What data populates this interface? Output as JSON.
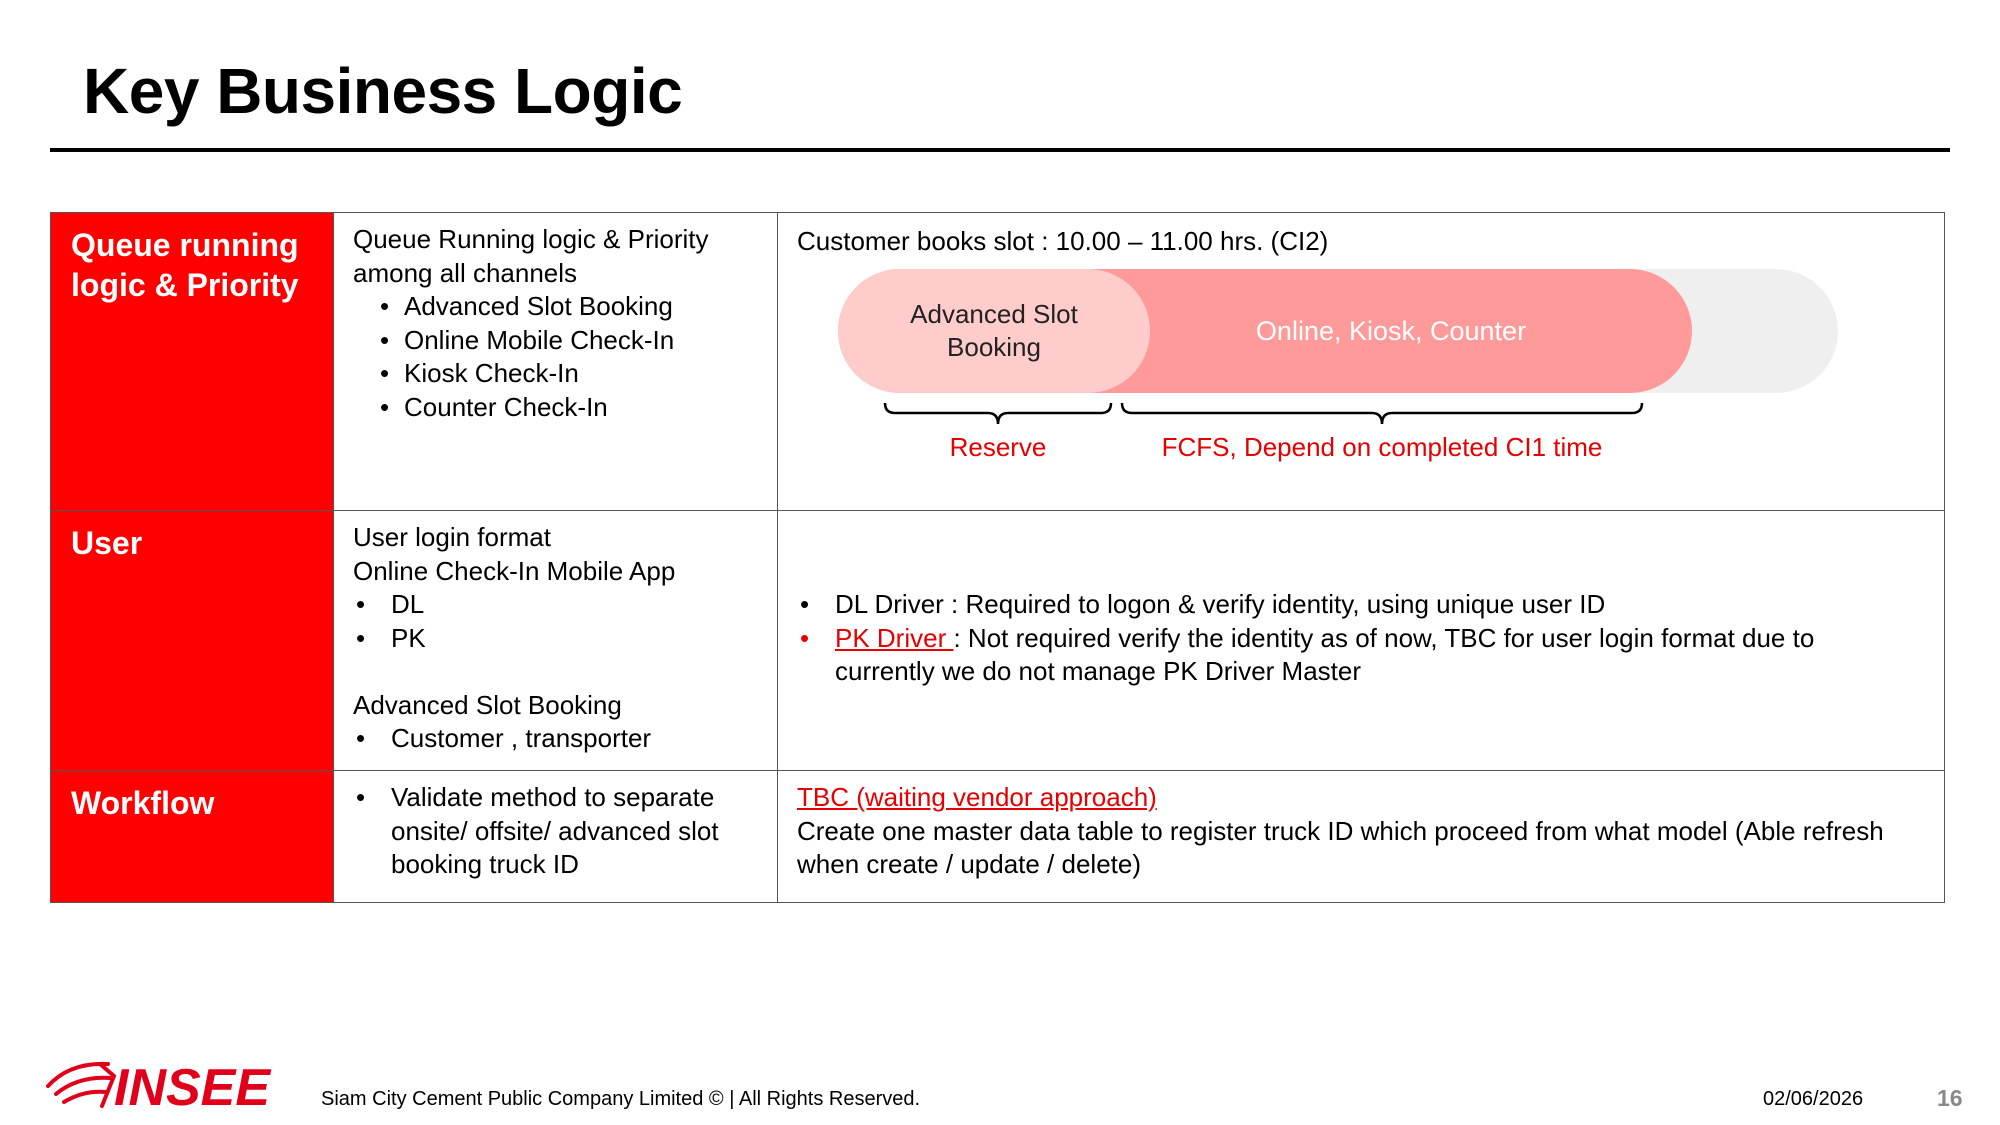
{
  "title": "Key Business Logic",
  "colors": {
    "header_red": "#ff0000",
    "accent_red": "#e60000",
    "adv_pill": "#ffcccc",
    "main_pill": "#ff9a9a",
    "ghost_pill": "#efefef"
  },
  "rows": {
    "queue": {
      "header": "Queue running logic & Priority",
      "subtitle": "Queue Running logic & Priority among all channels",
      "channels": [
        "Advanced Slot Booking",
        "Online Mobile Check-In",
        "Kiosk Check-In",
        "Counter Check-In"
      ],
      "diagram": {
        "caption": "Customer books slot : 10.00 – 11.00 hrs. (CI2)",
        "advanced_label": "Advanced Slot Booking",
        "main_label": "Online, Kiosk, Counter",
        "reserve_label": "Reserve",
        "fcfs_label": "FCFS, Depend on completed CI1 time"
      }
    },
    "user": {
      "header": "User",
      "line1": "User login format",
      "line2": "Online Check-In Mobile App",
      "app_items": [
        "DL",
        "PK"
      ],
      "adv_title": "Advanced Slot Booking",
      "adv_items": [
        "Customer , transporter"
      ],
      "detail1": "DL Driver : Required to logon & verify identity, using unique user ID",
      "detail2_link": "PK Driver ",
      "detail2_rest": ": Not required verify the identity as of now, TBC for user login format due to currently we do not manage PK Driver Master"
    },
    "workflow": {
      "header": "Workflow",
      "item": "Validate method to separate onsite/ offsite/ advanced slot booking truck ID",
      "tbc": "TBC (waiting vendor approach)",
      "detail": "Create one master data table to register truck ID which proceed from what model (Able refresh when create / update / delete)"
    }
  },
  "footer": {
    "logo_text": "INSEE",
    "copyright": "Siam City Cement Public Company Limited © | All Rights Reserved.",
    "date": "02/06/2026",
    "page": "16"
  }
}
